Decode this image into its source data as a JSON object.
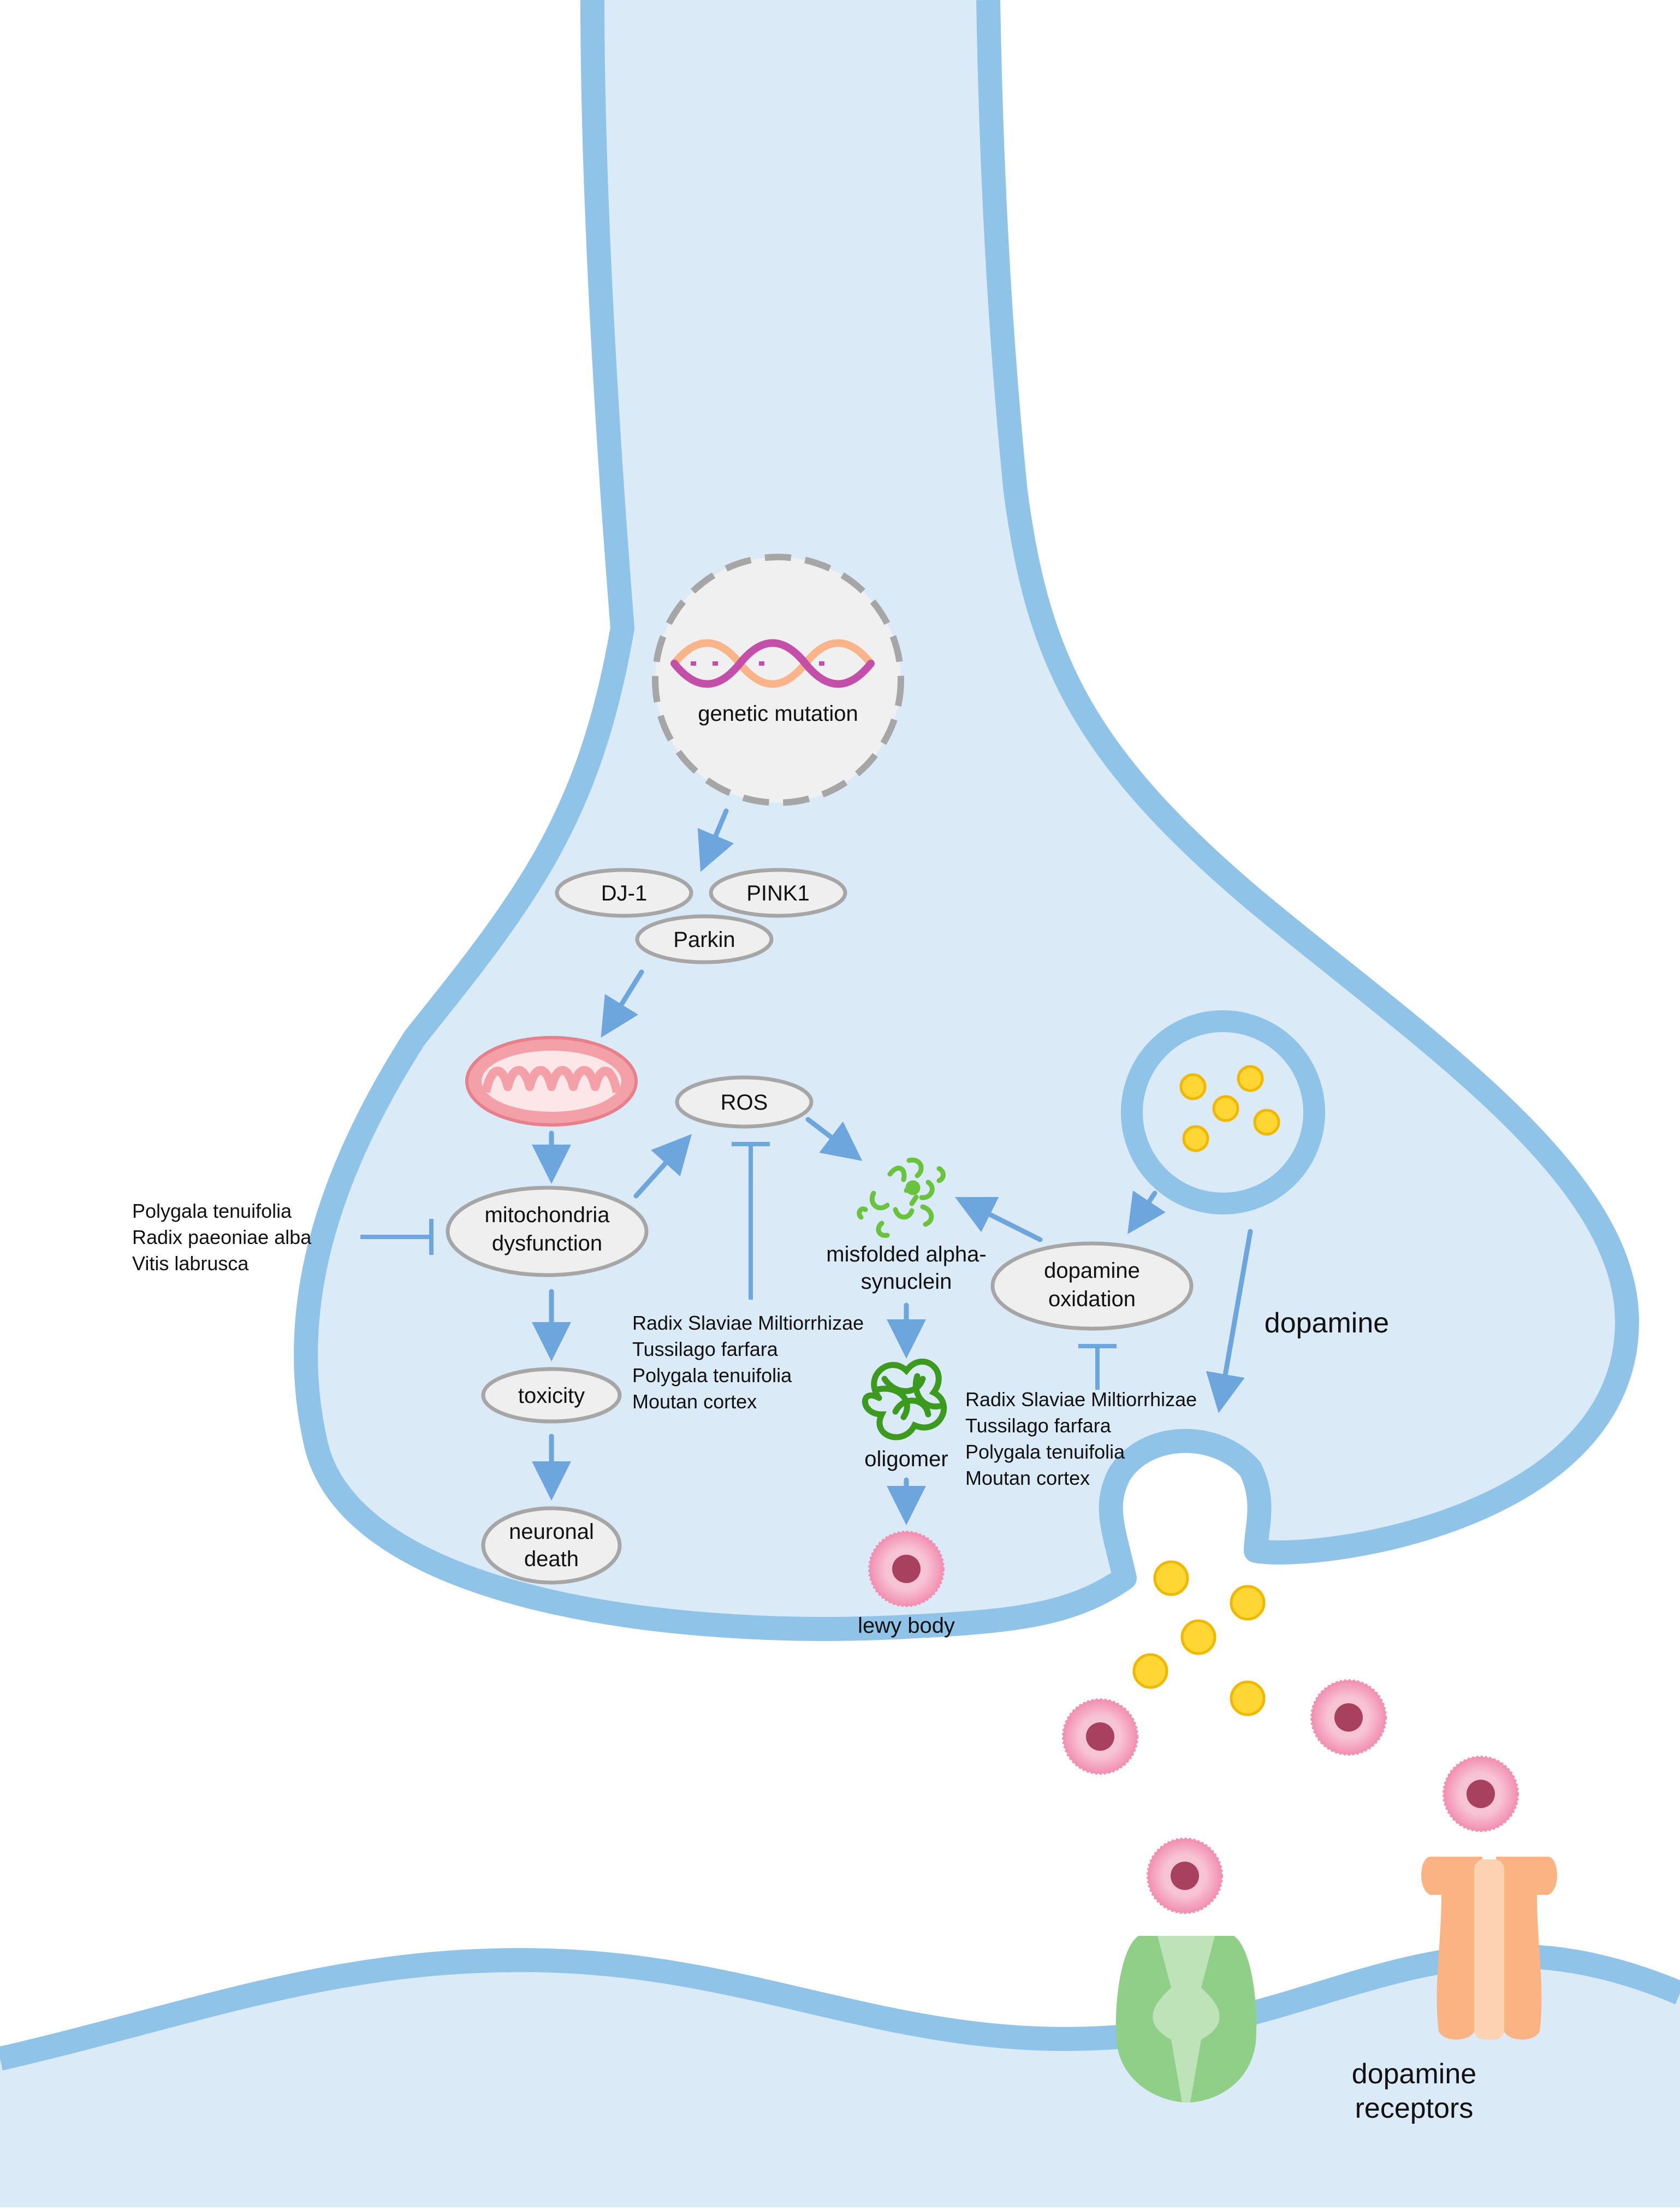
{
  "nodes": {
    "genetic_mutation": "genetic  mutation",
    "dj1": "DJ-1",
    "pink1": "PINK1",
    "parkin": "Parkin",
    "ros": "ROS",
    "mito_dysfunction_1": "mitochondria",
    "mito_dysfunction_2": "dysfunction",
    "toxicity": "toxicity",
    "neuronal_death_1": "neuronal",
    "neuronal_death_2": "death",
    "misfolded_1": "misfolded  alpha-",
    "misfolded_2": "synuclein",
    "oligomer": "oligomer",
    "lewy_body": "lewy  body",
    "dopamine_oxidation_1": "dopamine",
    "dopamine_oxidation_2": "oxidation",
    "dopamine": "dopamine",
    "dopamine_receptors_1": "dopamine",
    "dopamine_receptors_2": "receptors"
  },
  "herbs": {
    "mito": [
      "Polygala tenuifolia",
      "Radix paeoniae alba",
      "Vitis labrusca"
    ],
    "ros": [
      "Radix Slaviae Miltiorrhizae",
      "Tussilago farfara",
      "Polygala tenuifolia",
      "Moutan  cortex"
    ],
    "oxidation": [
      "Radix Slaviae Miltiorrhizae",
      "Tussilago farfara",
      "Polygala tenuifolia",
      "Moutan  cortex"
    ]
  },
  "colors": {
    "membrane": "#8fc3e8",
    "cytoplasm": "#daeaf7",
    "node_fill": "#efefef",
    "node_stroke": "#a6a6a6",
    "arrow": "#5b9bd9",
    "dopamine_ball": "#ffd633",
    "lewy_outer": "#f7bfd2",
    "lewy_core": "#a8405f",
    "mito": "#f4a0a8",
    "receptor_green": "#8fcf88",
    "receptor_orange": "#fbb384",
    "aggregate_green": "#5aa83a"
  }
}
